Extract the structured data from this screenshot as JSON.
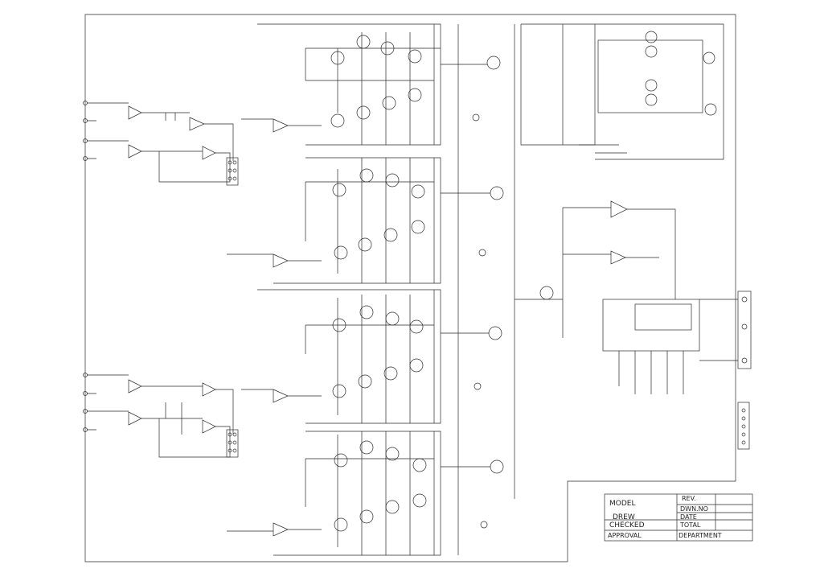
{
  "title_block": {
    "rev": "REV.",
    "model": "MODEL",
    "dwn_no": "DWN.NO",
    "drew": "DREW",
    "date": "DATE",
    "checked": "CHECKED",
    "total": "TOTAL",
    "approval": "APPROVAL",
    "department": "DEPARTMENT"
  },
  "colors": {
    "ink": "#2a2a2a",
    "paper": "#ffffff"
  }
}
